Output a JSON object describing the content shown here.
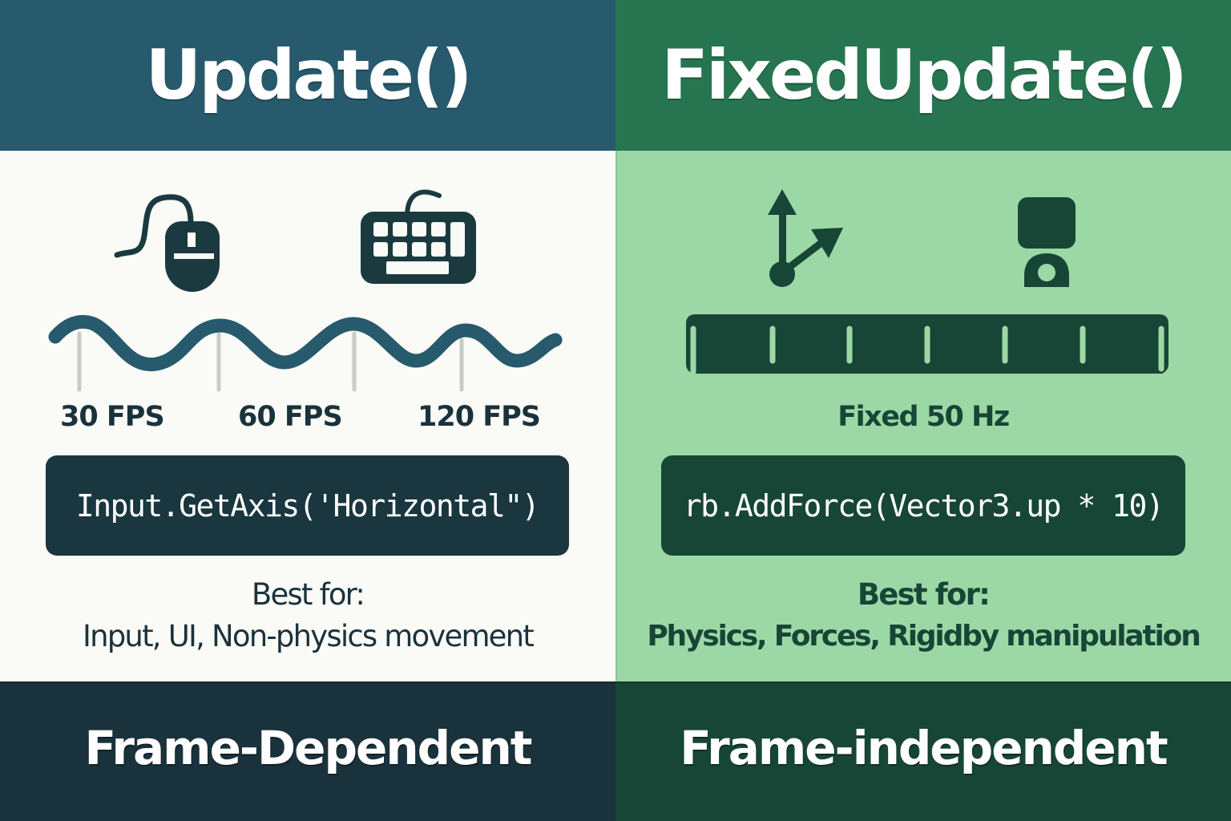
{
  "colors": {
    "update_header": "#265a6c",
    "update_body": "#fafaf6",
    "update_footer": "#1a323c",
    "update_accent": "#265a6c",
    "fixed_header": "#267550",
    "fixed_body": "#9cd8a6",
    "fixed_footer": "#174636",
    "fixed_accent": "#174636"
  },
  "left": {
    "title": "Update()",
    "icons": [
      "mouse-icon",
      "keyboard-icon"
    ],
    "timeline": {
      "type": "variable-wave",
      "labels": [
        "30 FPS",
        "60 FPS",
        "120 FPS"
      ]
    },
    "code": "Input.GetAxis('Horizontal\")",
    "best_for_heading": "Best for:",
    "best_for_items": "Input, UI, Non-physics movement",
    "footer": "Frame-Dependent"
  },
  "right": {
    "title": "FixedUpdate()",
    "icons": [
      "vector-axes-icon",
      "rigidbody-icon"
    ],
    "timeline": {
      "type": "fixed-ticks",
      "tick_count": 7,
      "label": "Fixed 50 Hz"
    },
    "code": "rb.AddForce(Vector3.up * 10)",
    "best_for_heading": "Best for:",
    "best_for_items": "Physics, Forces, Rigidby manipulation",
    "footer": "Frame-independent"
  }
}
